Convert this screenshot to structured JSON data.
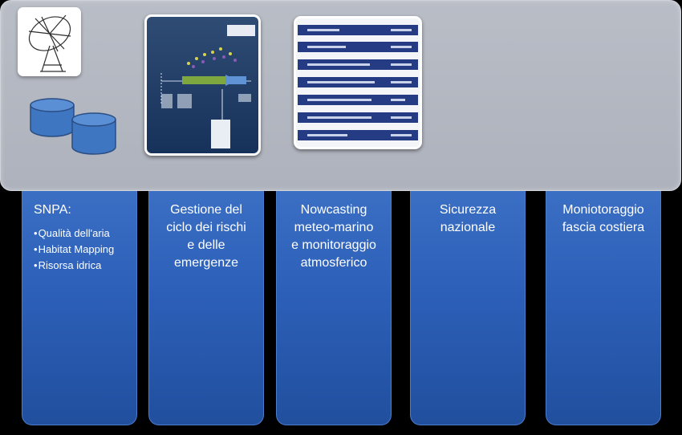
{
  "columns": [
    {
      "title": "SNPA:",
      "bullets": [
        "Qualità dell'aria",
        "Habitat Mapping",
        "Risorsa idrica"
      ]
    },
    {
      "title_lines": [
        "Gestione del",
        "ciclo dei rischi",
        "e delle",
        "emergenze"
      ]
    },
    {
      "title_lines": [
        "Nowcasting",
        "meteo-marino",
        "e monitoraggio",
        "atmosferico"
      ]
    },
    {
      "title_lines": [
        "Sicurezza",
        "nazionale"
      ]
    },
    {
      "title_lines": [
        "Moniotoraggio",
        "fascia costiera"
      ]
    }
  ],
  "icons": {
    "antenna": "satellite-dish-icon",
    "database": "database-icon"
  },
  "colors": {
    "panel": "#b9bdc6",
    "column": "#2c5fb8",
    "background": "#000000"
  }
}
